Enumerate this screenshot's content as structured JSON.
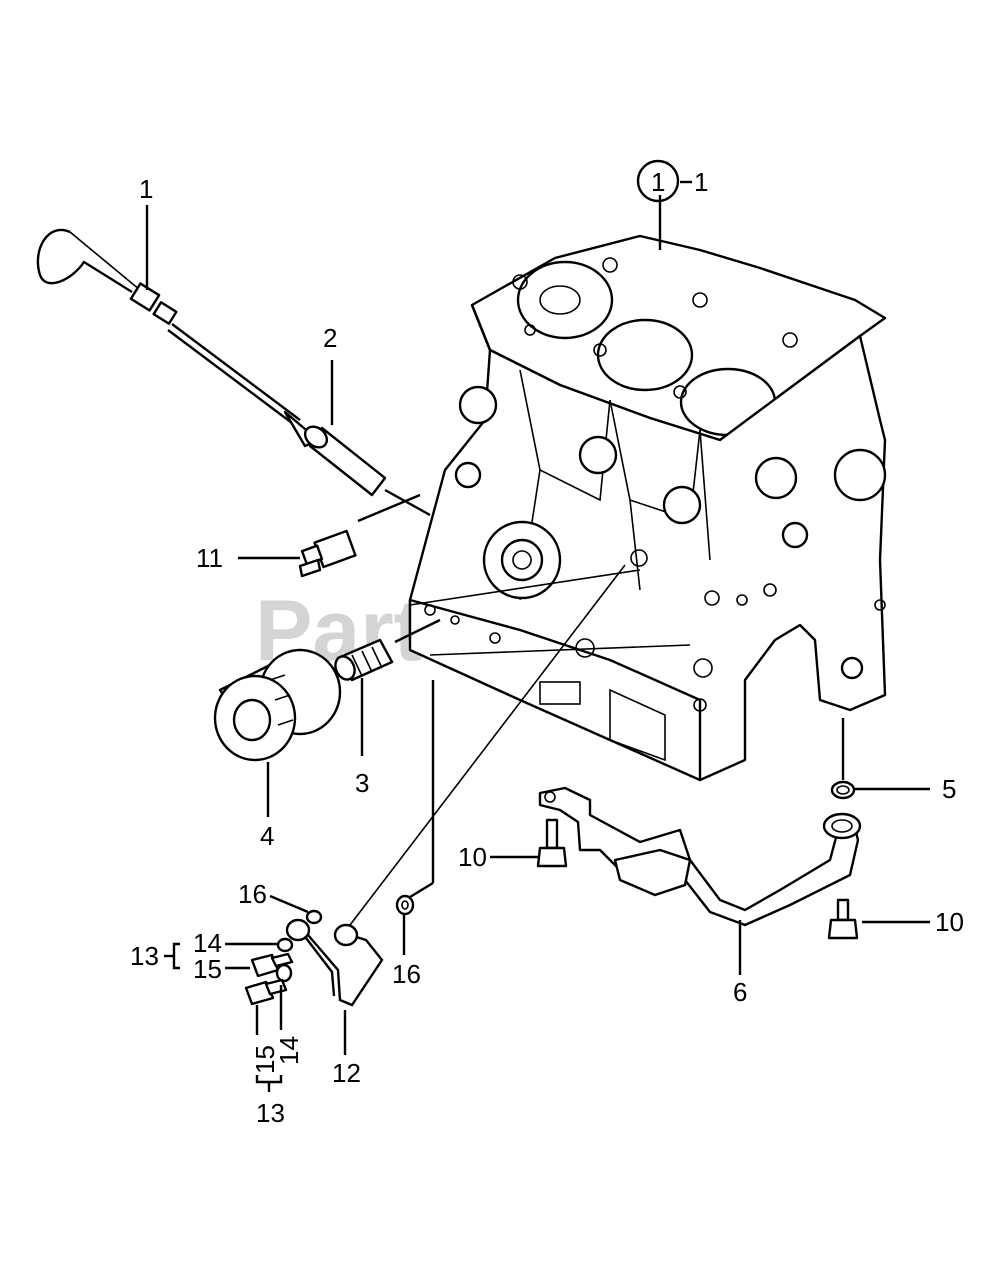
{
  "watermark": "PartsTree",
  "callouts": {
    "c1": "1",
    "c2": "2",
    "c3": "3",
    "c4": "4",
    "c5": "5",
    "c6": "6",
    "c10a": "10",
    "c10b": "10",
    "c11": "11",
    "c12": "12",
    "c13a": "13",
    "c13b": "13",
    "c14a": "14",
    "c14b": "14",
    "c15a": "15",
    "c15b": "15",
    "c16a": "16",
    "c16b": "16",
    "block_circle": "1",
    "block_suffix": "1"
  }
}
